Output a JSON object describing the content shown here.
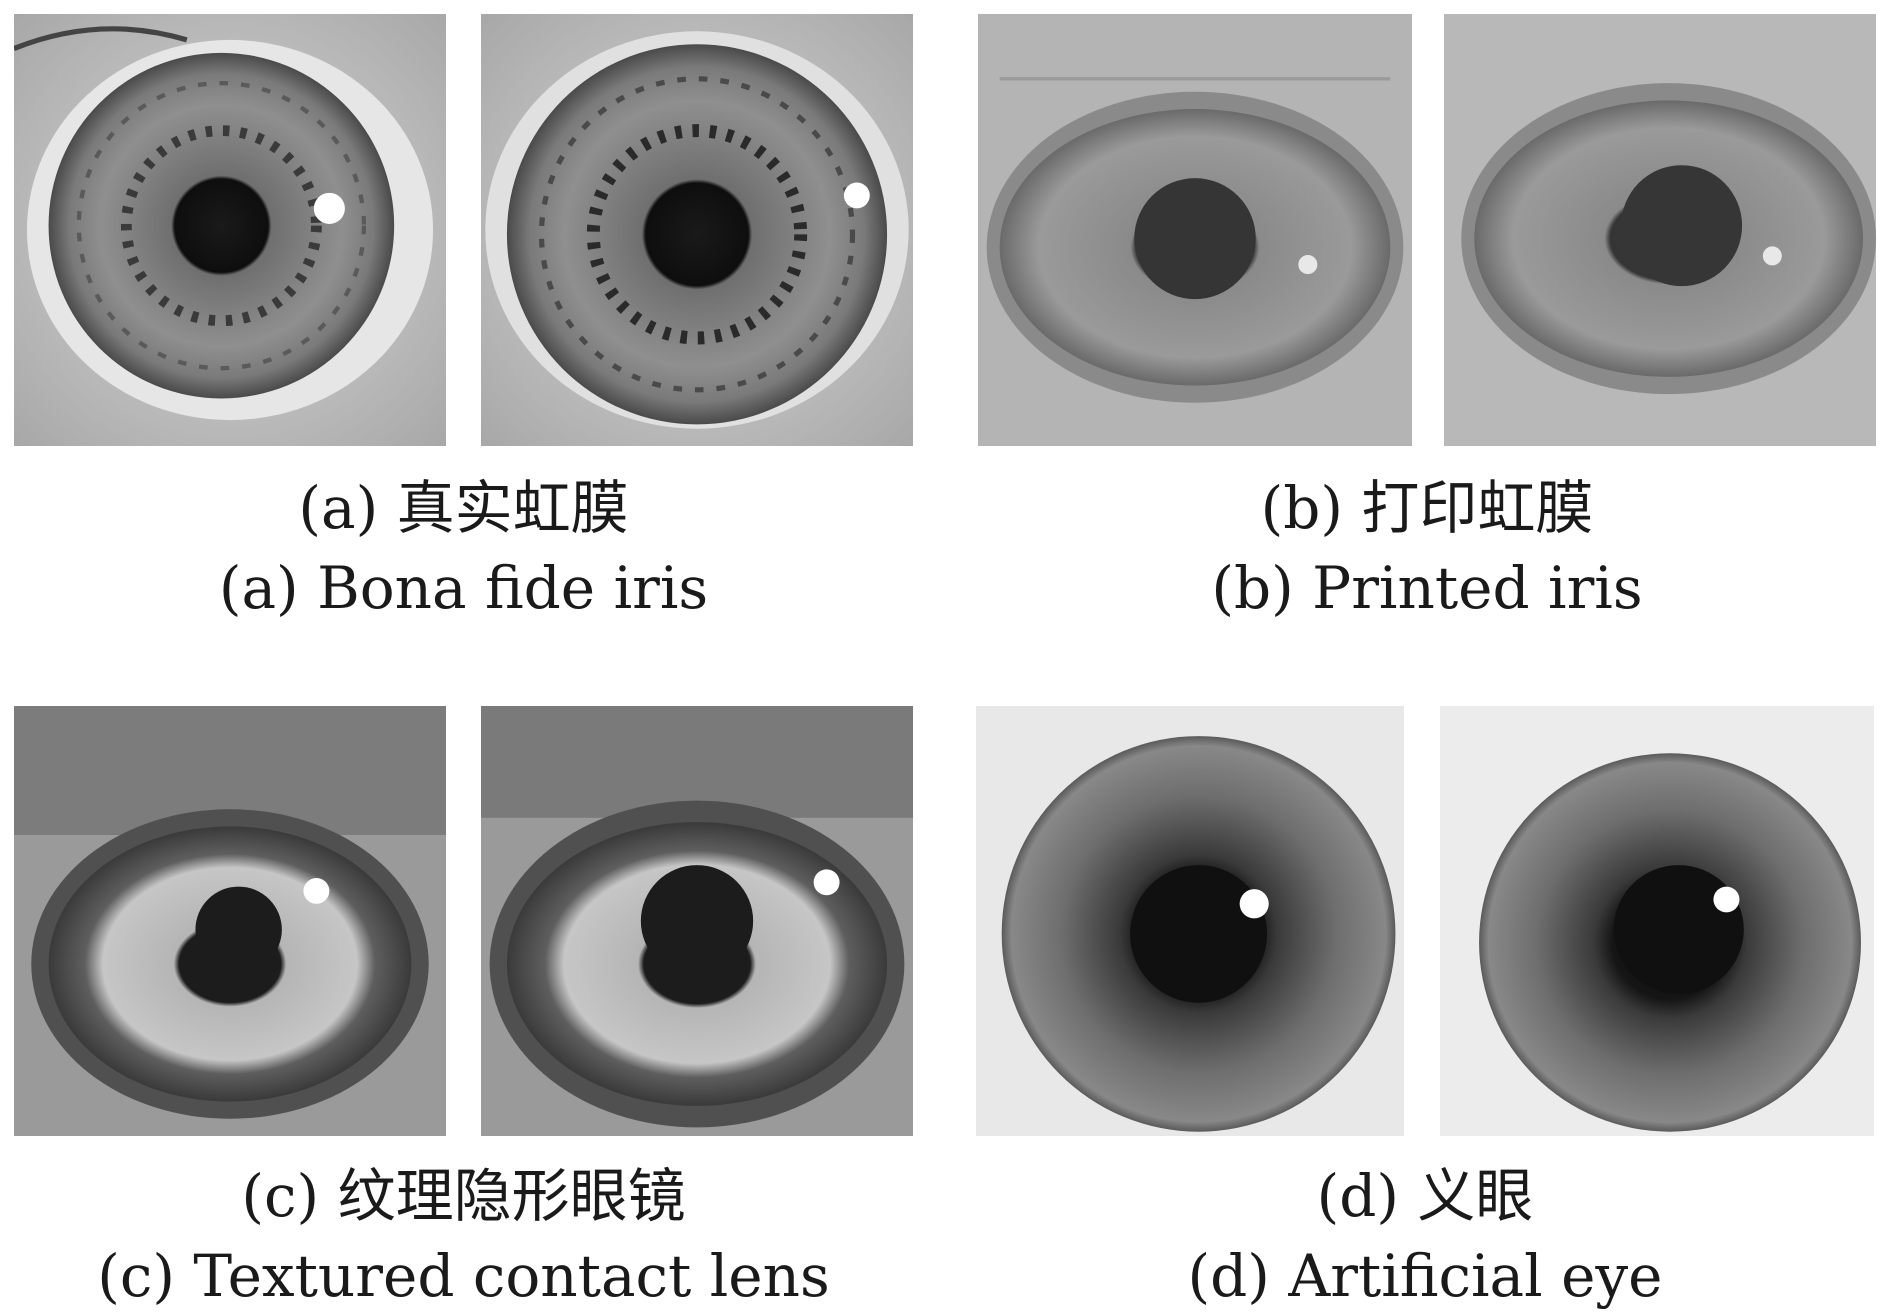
{
  "panels": [
    {
      "id": "a",
      "caption_zh": "(a) 真实虹膜",
      "caption_en": "(a) Bona fide iris"
    },
    {
      "id": "b",
      "caption_zh": "(b) 打印虹膜",
      "caption_en": "(b) Printed iris"
    },
    {
      "id": "c",
      "caption_zh": "(c) 纹理隐形眼镜",
      "caption_en": "(c) Textured contact lens"
    },
    {
      "id": "d",
      "caption_zh": "(d) 义眼",
      "caption_en": "(d) Artificial eye"
    }
  ]
}
